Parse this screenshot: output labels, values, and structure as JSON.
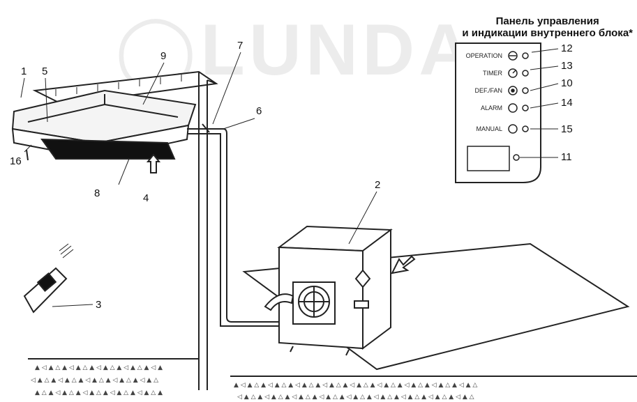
{
  "panel": {
    "title_line1": "Панель управления",
    "title_line2": "и индикации внутреннего блока*",
    "labels": [
      "OPERATION",
      "TIMER",
      "DEF./FAN",
      "ALARM",
      "MANUAL"
    ],
    "callouts": [
      "12",
      "13",
      "10",
      "14",
      "15",
      "11"
    ]
  },
  "callouts": {
    "c1": "1",
    "c2": "2",
    "c3": "3",
    "c4": "4",
    "c5": "5",
    "c6": "6",
    "c7": "7",
    "c8": "8",
    "c9": "9",
    "c16": "16"
  },
  "watermark": "LUNDA",
  "colors": {
    "line": "#222222",
    "fill_dark": "#111111",
    "fill_light": "#f4f4f4"
  }
}
